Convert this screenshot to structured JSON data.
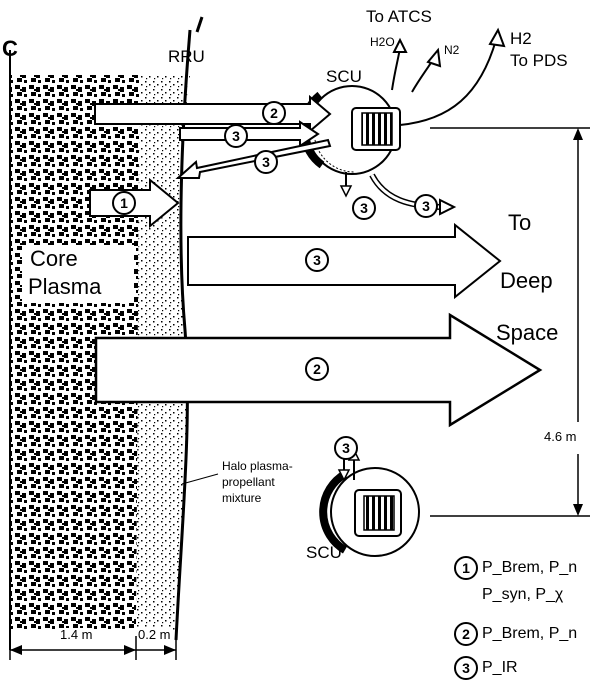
{
  "labels": {
    "centerline": "C",
    "rru": "RRU",
    "to_atcs": "To ATCS",
    "h2o": "H2O",
    "n2": "N2",
    "h2": "H2",
    "to_pds": "To PDS",
    "scu_top": "SCU",
    "scu_bottom": "SCU",
    "core_plasma_1": "Core",
    "core_plasma_2": "Plasma",
    "to_1": "To",
    "deep": "Deep",
    "space": "Space",
    "distance_46": "4.6 m",
    "halo_1": "Halo plasma-",
    "halo_2": "propellant",
    "halo_3": "mixture",
    "dim_14": "1.4 m",
    "dim_02": "0.2 m"
  },
  "markers": {
    "one": "1",
    "two": "2",
    "three": "3"
  },
  "legend": [
    {
      "num": "1",
      "line1": "P_Brem, P_n",
      "line2": "P_syn, P_χ"
    },
    {
      "num": "2",
      "line1": "P_Brem, P_n"
    },
    {
      "num": "3",
      "line1": "P_IR"
    }
  ]
}
